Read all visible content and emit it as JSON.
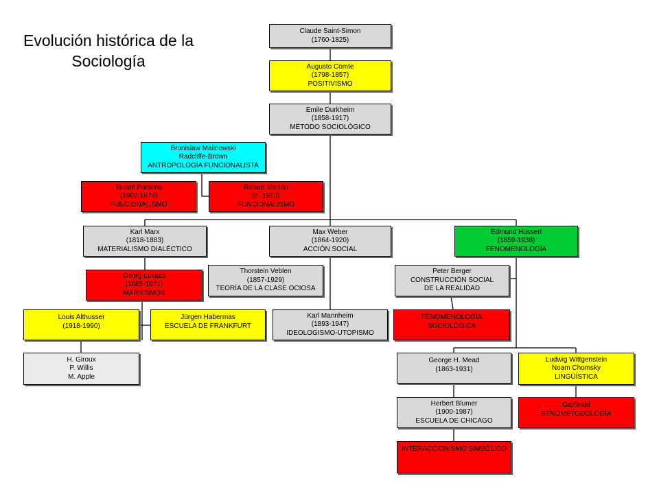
{
  "title": {
    "line1": "Evolución histórica de la",
    "line2": "Sociología"
  },
  "colors": {
    "gray": "#d9d9d9",
    "lightgray": "#ebebeb",
    "yellow": "#ffff00",
    "red": "#ff0000",
    "cyan": "#00ffff",
    "green": "#00cc33"
  },
  "nodes": {
    "saint_simon": [
      "Claude Saint-Simon",
      "(1760-1825)"
    ],
    "comte": [
      "Augusto Comte",
      "(1798-1857)",
      "POSITIVISMO"
    ],
    "durkheim": [
      "Emile Durkheim",
      "(1858-1917)",
      "MÉTODO SOCIOLÓGICO"
    ],
    "malinowski": [
      "Bronislaw Malinowski",
      "Radcliffe-Brown",
      "ANTROPOLOGÍA FUNCIONALISTA"
    ],
    "parsons": [
      "Talcott Parsons",
      "(1902-1979)",
      "FUNCIONALISMO"
    ],
    "merton": [
      "Robert Merton",
      "(n. 1910)",
      "FUNCIONALISMO"
    ],
    "marx": [
      "Karl Marx",
      "(1818-1883)",
      "MATERIALISMO DIALÉCTICO"
    ],
    "weber": [
      "Max Weber",
      "(1864-1920)",
      "ACCIÓN SOCIAL"
    ],
    "husserl": [
      "Edmund Husserl",
      "(1859-1938)",
      "FENOMENOLOGÍA"
    ],
    "lukacs": [
      "Georg Lukacs",
      "(1885-1971)",
      "MARXISMOS"
    ],
    "veblen": [
      "Thorstein Veblen",
      "(1857-1929)",
      "TEORÍA DE LA CLASE OCIOSA"
    ],
    "berger": [
      "Peter Berger",
      "CONSTRUCCIÓN SOCIAL",
      "DE LA REALIDAD"
    ],
    "althusser": [
      "Louis Althusser",
      "(1918-1990)"
    ],
    "habermas": [
      "Jürgen Habermas",
      "ESCUELA DE FRANKFURT"
    ],
    "mannheim": [
      "Karl Mannheim",
      "(1893-1947)",
      "IDEOLOGISMO-UTOPISMO"
    ],
    "fenomenologia_soc": [
      "FENOMENOLOGÍA",
      "SOCIOLÓGICA"
    ],
    "giroux": [
      "H. Giroux",
      "P. Willis",
      "M. Apple"
    ],
    "mead": [
      "George H. Mead",
      "(1863-1931)"
    ],
    "wittgenstein": [
      "Ludwig Wittgenstein",
      "Noam Chomsky",
      "LINGÜÍSTICA"
    ],
    "blumer": [
      "Herbert Blumer",
      "(1900-1987)",
      "ESCUELA DE CHICAGO"
    ],
    "garfinkel": [
      "Garfinkel",
      "ETNOMETODOLOGÍA"
    ],
    "interaccionismo": [
      "INTERACCIONISMO SIMBÓLICO"
    ]
  }
}
